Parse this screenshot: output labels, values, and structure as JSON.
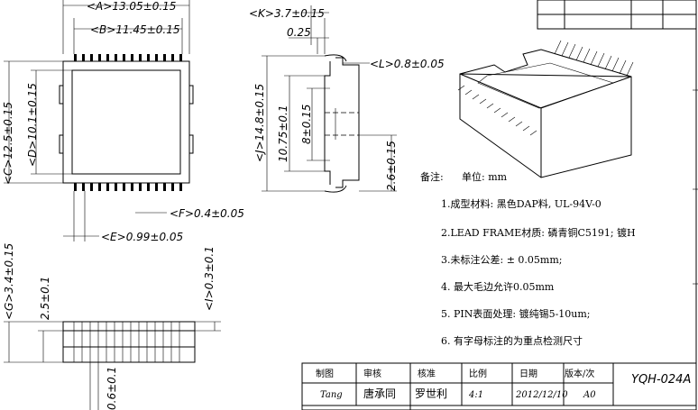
{
  "top_view": {
    "dim_a": "<A>13.05±0.15",
    "dim_b": "<B>11.45±0.15",
    "dim_c": "<C>12.5±0.15",
    "dim_d": "<D>10.1±0.15",
    "dim_f": "<F>0.4±0.05",
    "dim_e": "<E>0.99±0.05"
  },
  "side_view": {
    "dim_k": "<K>3.7±0.15",
    "dim_025": "0.25",
    "dim_l": "<L>0.8±0.05",
    "dim_j": "<J>14.8±0.15",
    "dim_1075": "10.75±0.1",
    "dim_8": "8±0.15",
    "dim_26": "2.6±0.15"
  },
  "front_view": {
    "dim_g": "<G>3.4±0.15",
    "dim_25": "2.5±0.1",
    "dim_i": "<I>0.3±0.1",
    "dim_06": "0.6±0.1"
  },
  "notes": {
    "header_label": "备注:",
    "header_unit": "单位: mm",
    "items": [
      "1.成型材料: 黑色DAP料, UL-94V-0",
      "2.LEAD  FRAME材质: 磷青铜C5191; 镀H",
      "3.未标注公差:  ± 0.05mm;",
      "4. 最大毛边允许0.05mm",
      "5. PIN表面处理: 镀纯锡5-10um;",
      "6.  有字母标注的为重点检测尺寸"
    ]
  },
  "title_block": {
    "headers": [
      "制图",
      "审核",
      "核准",
      "比例",
      "日期",
      "版本/次"
    ],
    "values": [
      "Tang",
      "唐承同",
      "罗世利",
      "4:1",
      "2012/12/10",
      "A0"
    ],
    "part_no": "YQH-024A"
  }
}
